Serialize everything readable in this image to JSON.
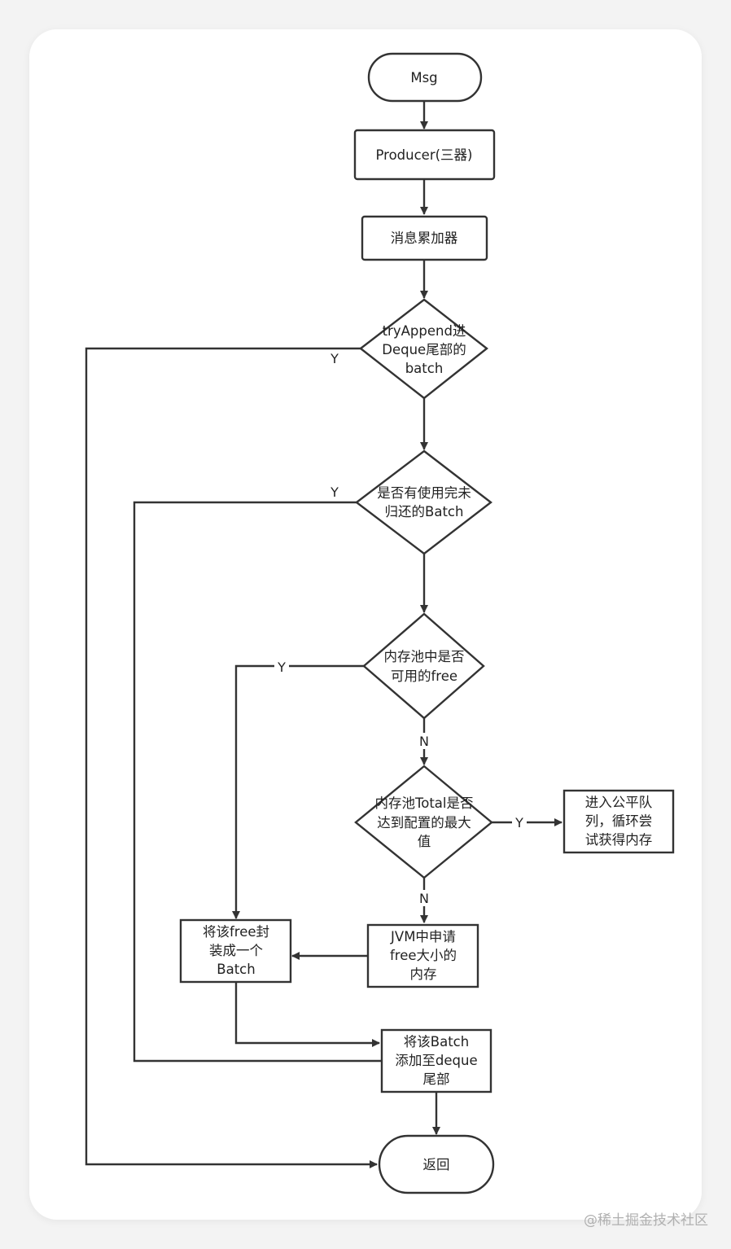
{
  "nodes": {
    "msg": "Msg",
    "producer": "Producer(三器)",
    "accumulator": "消息累加器",
    "try_append": [
      "tryAppend进",
      "Deque尾部的",
      "batch"
    ],
    "unreturned_batch": [
      "是否有使用完未",
      "归还的Batch"
    ],
    "pool_free": [
      "内存池中是否",
      "可用的free"
    ],
    "pool_total": [
      "内存池Total是否",
      "达到配置的最大",
      "值"
    ],
    "fair_queue": [
      "进入公平队",
      "列，循环尝",
      "试获得内存"
    ],
    "jvm_alloc": [
      "JVM中申请",
      "free大小的",
      "内存"
    ],
    "wrap_batch": [
      "将该free封",
      "装成一个",
      "Batch"
    ],
    "add_to_deque": [
      "将该Batch",
      "添加至deque",
      "尾部"
    ],
    "return": "返回"
  },
  "edge_labels": {
    "try_append_yes": "Y",
    "unreturned_yes": "Y",
    "pool_free_yes": "Y",
    "pool_free_no": "N",
    "pool_total_yes": "Y",
    "pool_total_no": "N"
  },
  "watermark": "@稀土掘金技术社区"
}
